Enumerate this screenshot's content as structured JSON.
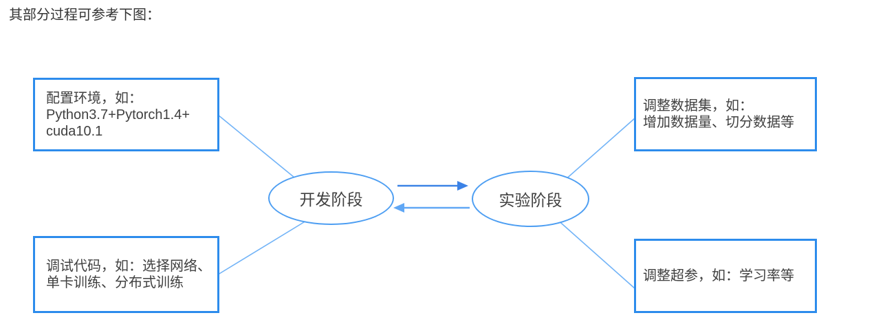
{
  "page": {
    "intro_text": "其部分过程可参考下图："
  },
  "colors": {
    "title-text": "#333333",
    "box-text": "#404040",
    "box-border": "#2d8cec",
    "ellipse-stroke": "#4d9ef2",
    "connector": "#71b3f7",
    "arrow-forward": "#3b82e6",
    "arrow-backward": "#60a7f5"
  },
  "diagram": {
    "stages": [
      {
        "id": "dev-phase",
        "label": "开发阶段"
      },
      {
        "id": "exp-phase",
        "label": "实验阶段"
      }
    ],
    "flow_arrows": [
      {
        "from": "开发阶段",
        "to": "实验阶段",
        "direction": "right"
      },
      {
        "from": "实验阶段",
        "to": "开发阶段",
        "direction": "left"
      }
    ],
    "boxes": [
      {
        "id": "setup-environment",
        "linked_stage": "开发阶段",
        "lines": [
          "配置环境，如：",
          "Python3.7+Pytorch1.4+",
          "cuda10.1"
        ]
      },
      {
        "id": "debug-code",
        "linked_stage": "开发阶段",
        "lines": [
          "调试代码，如：选择网络、",
          "单卡训练、分布式训练"
        ]
      },
      {
        "id": "adjust-dataset",
        "linked_stage": "实验阶段",
        "lines": [
          "调整数据集，如：",
          "增加数据量、切分数据等"
        ]
      },
      {
        "id": "adjust-hyperparams",
        "linked_stage": "实验阶段",
        "lines": [
          "调整超参，如：学习率等"
        ]
      }
    ]
  }
}
